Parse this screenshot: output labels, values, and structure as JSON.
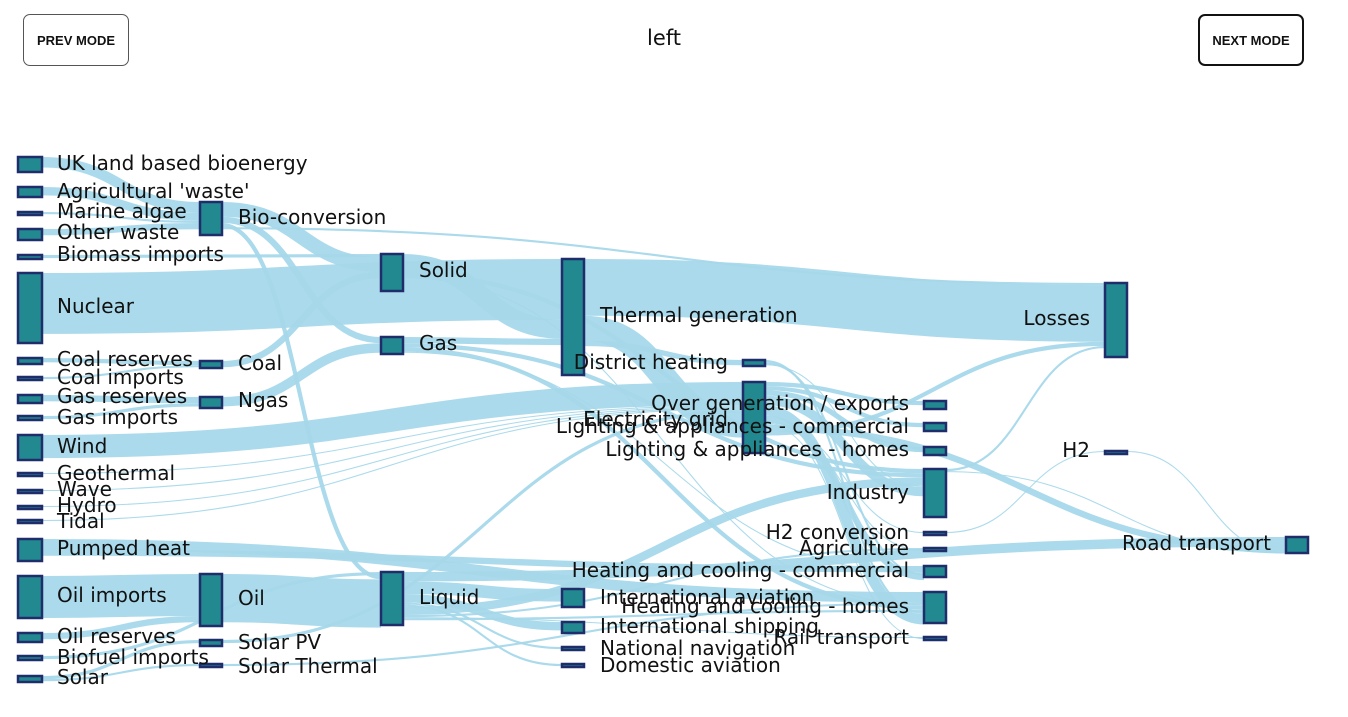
{
  "controls": {
    "prev_label": "PREV MODE",
    "next_label": "NEXT MODE",
    "mode_label": "left"
  },
  "sankey": {
    "node_color": "#21898f",
    "node_border_color": "#1f2e6b",
    "link_color": "#a5d8ea",
    "nodes": [
      {
        "id": "uk_bio",
        "label": "UK land based bioenergy"
      },
      {
        "id": "agri_waste",
        "label": "Agricultural 'waste'"
      },
      {
        "id": "marine_algae",
        "label": "Marine algae"
      },
      {
        "id": "other_waste",
        "label": "Other waste"
      },
      {
        "id": "biomass_imports",
        "label": "Biomass imports"
      },
      {
        "id": "nuclear",
        "label": "Nuclear"
      },
      {
        "id": "coal_reserves",
        "label": "Coal reserves"
      },
      {
        "id": "coal_imports",
        "label": "Coal imports"
      },
      {
        "id": "gas_reserves",
        "label": "Gas reserves"
      },
      {
        "id": "gas_imports",
        "label": "Gas imports"
      },
      {
        "id": "wind",
        "label": "Wind"
      },
      {
        "id": "geothermal",
        "label": "Geothermal"
      },
      {
        "id": "wave",
        "label": "Wave"
      },
      {
        "id": "hydro",
        "label": "Hydro"
      },
      {
        "id": "tidal",
        "label": "Tidal"
      },
      {
        "id": "pumped_heat",
        "label": "Pumped heat"
      },
      {
        "id": "oil_imports",
        "label": "Oil imports"
      },
      {
        "id": "oil_reserves",
        "label": "Oil reserves"
      },
      {
        "id": "biofuel_imports",
        "label": "Biofuel imports"
      },
      {
        "id": "solar",
        "label": "Solar"
      },
      {
        "id": "bio_conversion",
        "label": "Bio-conversion"
      },
      {
        "id": "coal",
        "label": "Coal"
      },
      {
        "id": "ngas",
        "label": "Ngas"
      },
      {
        "id": "oil",
        "label": "Oil"
      },
      {
        "id": "solar_pv",
        "label": "Solar PV"
      },
      {
        "id": "solar_thermal",
        "label": "Solar Thermal"
      },
      {
        "id": "solid",
        "label": "Solid"
      },
      {
        "id": "gas",
        "label": "Gas"
      },
      {
        "id": "liquid",
        "label": "Liquid"
      },
      {
        "id": "thermal_gen",
        "label": "Thermal generation"
      },
      {
        "id": "district_heating",
        "label": "District heating"
      },
      {
        "id": "intl_aviation",
        "label": "International aviation"
      },
      {
        "id": "intl_shipping",
        "label": "International shipping"
      },
      {
        "id": "natl_navigation",
        "label": "National navigation"
      },
      {
        "id": "dom_aviation",
        "label": "Domestic aviation"
      },
      {
        "id": "electricity_grid",
        "label": "Electricity grid"
      },
      {
        "id": "over_gen",
        "label": "Over generation / exports"
      },
      {
        "id": "light_comm",
        "label": "Lighting & appliances - commercial"
      },
      {
        "id": "light_homes",
        "label": "Lighting & appliances - homes"
      },
      {
        "id": "industry",
        "label": "Industry"
      },
      {
        "id": "h2_conversion",
        "label": "H2 conversion"
      },
      {
        "id": "agriculture",
        "label": "Agriculture"
      },
      {
        "id": "heat_comm",
        "label": "Heating and cooling - commercial"
      },
      {
        "id": "heat_homes",
        "label": "Heating and cooling - homes"
      },
      {
        "id": "rail",
        "label": "Rail transport"
      },
      {
        "id": "losses",
        "label": "Losses"
      },
      {
        "id": "h2",
        "label": "H2"
      },
      {
        "id": "road_transport",
        "label": "Road transport"
      }
    ],
    "links": [
      {
        "source": "uk_bio",
        "target": "bio_conversion",
        "value": 10
      },
      {
        "source": "agri_waste",
        "target": "bio_conversion",
        "value": 8
      },
      {
        "source": "marine_algae",
        "target": "bio_conversion",
        "value": 2
      },
      {
        "source": "other_waste",
        "target": "bio_conversion",
        "value": 6
      },
      {
        "source": "biomass_imports",
        "target": "solid",
        "value": 3
      },
      {
        "source": "nuclear",
        "target": "thermal_gen",
        "value": 58
      },
      {
        "source": "coal_reserves",
        "target": "coal",
        "value": 4
      },
      {
        "source": "coal_imports",
        "target": "coal",
        "value": 2
      },
      {
        "source": "gas_reserves",
        "target": "ngas",
        "value": 6
      },
      {
        "source": "gas_imports",
        "target": "ngas",
        "value": 3
      },
      {
        "source": "wind",
        "target": "electricity_grid",
        "value": 22
      },
      {
        "source": "geothermal",
        "target": "electricity_grid",
        "value": 1
      },
      {
        "source": "wave",
        "target": "electricity_grid",
        "value": 1
      },
      {
        "source": "hydro",
        "target": "electricity_grid",
        "value": 1
      },
      {
        "source": "tidal",
        "target": "electricity_grid",
        "value": 1
      },
      {
        "source": "pumped_heat",
        "target": "heat_homes",
        "value": 10
      },
      {
        "source": "pumped_heat",
        "target": "heat_comm",
        "value": 6
      },
      {
        "source": "oil_imports",
        "target": "oil",
        "value": 40
      },
      {
        "source": "oil_reserves",
        "target": "oil",
        "value": 6
      },
      {
        "source": "biofuel_imports",
        "target": "liquid",
        "value": 3
      },
      {
        "source": "solar",
        "target": "solar_pv",
        "value": 3
      },
      {
        "source": "solar",
        "target": "solar_thermal",
        "value": 2
      },
      {
        "source": "bio_conversion",
        "target": "solid",
        "value": 14
      },
      {
        "source": "bio_conversion",
        "target": "gas",
        "value": 6
      },
      {
        "source": "bio_conversion",
        "target": "liquid",
        "value": 4
      },
      {
        "source": "bio_conversion",
        "target": "losses",
        "value": 2
      },
      {
        "source": "coal",
        "target": "solid",
        "value": 6
      },
      {
        "source": "ngas",
        "target": "gas",
        "value": 9
      },
      {
        "source": "oil",
        "target": "liquid",
        "value": 46
      },
      {
        "source": "solar_pv",
        "target": "electricity_grid",
        "value": 3
      },
      {
        "source": "solar_thermal",
        "target": "heat_homes",
        "value": 2
      },
      {
        "source": "solid",
        "target": "thermal_gen",
        "value": 18
      },
      {
        "source": "solid",
        "target": "industry",
        "value": 4
      },
      {
        "source": "solid",
        "target": "heat_homes",
        "value": 1
      },
      {
        "source": "gas",
        "target": "thermal_gen",
        "value": 6
      },
      {
        "source": "gas",
        "target": "industry",
        "value": 4
      },
      {
        "source": "gas",
        "target": "heat_homes",
        "value": 4
      },
      {
        "source": "gas",
        "target": "heat_comm",
        "value": 1
      },
      {
        "source": "liquid",
        "target": "road_transport",
        "value": 9
      },
      {
        "source": "liquid",
        "target": "intl_aviation",
        "value": 12
      },
      {
        "source": "liquid",
        "target": "intl_shipping",
        "value": 8
      },
      {
        "source": "liquid",
        "target": "natl_navigation",
        "value": 2
      },
      {
        "source": "liquid",
        "target": "dom_aviation",
        "value": 2
      },
      {
        "source": "liquid",
        "target": "industry",
        "value": 8
      },
      {
        "source": "liquid",
        "target": "agriculture",
        "value": 2
      },
      {
        "source": "liquid",
        "target": "rail",
        "value": 1
      },
      {
        "source": "liquid",
        "target": "heat_homes",
        "value": 2
      },
      {
        "source": "thermal_gen",
        "target": "losses",
        "value": 54
      },
      {
        "source": "thermal_gen",
        "target": "electricity_grid",
        "value": 24
      },
      {
        "source": "thermal_gen",
        "target": "district_heating",
        "value": 5
      },
      {
        "source": "district_heating",
        "target": "heat_homes",
        "value": 2
      },
      {
        "source": "district_heating",
        "target": "heat_comm",
        "value": 2
      },
      {
        "source": "district_heating",
        "target": "industry",
        "value": 1
      },
      {
        "source": "electricity_grid",
        "target": "over_gen",
        "value": 4
      },
      {
        "source": "electricity_grid",
        "target": "light_comm",
        "value": 4
      },
      {
        "source": "electricity_grid",
        "target": "light_homes",
        "value": 5
      },
      {
        "source": "electricity_grid",
        "target": "industry",
        "value": 9
      },
      {
        "source": "electricity_grid",
        "target": "heat_homes",
        "value": 10
      },
      {
        "source": "electricity_grid",
        "target": "heat_comm",
        "value": 6
      },
      {
        "source": "electricity_grid",
        "target": "h2_conversion",
        "value": 1
      },
      {
        "source": "electricity_grid",
        "target": "agriculture",
        "value": 1
      },
      {
        "source": "electricity_grid",
        "target": "rail",
        "value": 1
      },
      {
        "source": "electricity_grid",
        "target": "road_transport",
        "value": 6
      },
      {
        "source": "electricity_grid",
        "target": "losses",
        "value": 4
      },
      {
        "source": "industry",
        "target": "losses",
        "value": 2
      },
      {
        "source": "industry",
        "target": "road_transport",
        "value": 1
      },
      {
        "source": "h2_conversion",
        "target": "h2",
        "value": 1
      },
      {
        "source": "h2",
        "target": "road_transport",
        "value": 1
      }
    ]
  }
}
